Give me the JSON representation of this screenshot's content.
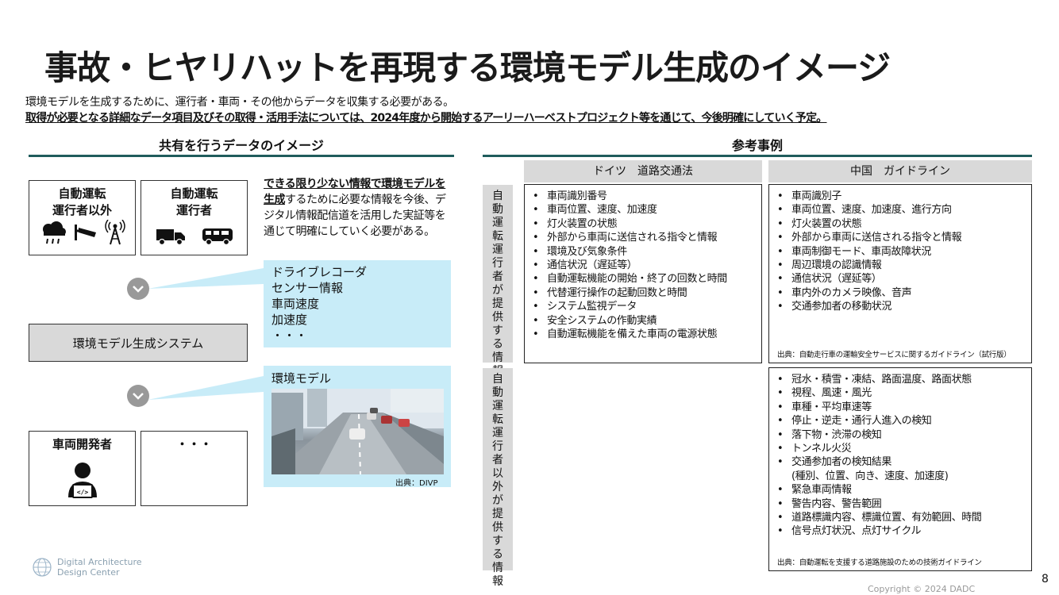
{
  "title": "事故・ヒヤリハットを再現する環境モデル生成のイメージ",
  "subtitle1": "環境モデルを生成するために、運行者・車両・その他からデータを収集する必要がある。",
  "subtitle2": "取得が必要となる詳細なデータ項目及びその取得・活用手法については、2024年度から開始するアーリーハーベストプロジェクト等を通じて、今後明確にしていく予定。",
  "left": {
    "heading": "共有を行うデータのイメージ",
    "actor_non_operator": "自動運転\n運行者以外",
    "actor_operator": "自動運転\n運行者",
    "actor_vehicle_dev": "車両開発者",
    "actor_other": "・・・",
    "desc_bold": "できる限り少ない情報で環境モデルを生成",
    "desc_rest": "するために必要な情報を今後、デジタル情報配信道を活用した実証等を通じて明確にしていく必要がある。",
    "data_items": [
      "ドライブレコーダ",
      "センサー情報",
      "車両速度",
      "加速度",
      "・・・"
    ],
    "system": "環境モデル生成システム",
    "model_label": "環境モデル",
    "photo_source": "出典：DIVP"
  },
  "right": {
    "heading": "参考事例",
    "col_germany": "ドイツ　道路交通法",
    "col_china": "中国　ガイドライン",
    "side_operator": "自動運転運行者が提供する情報",
    "side_non_operator": "自動運転運行者以外が提供する情報",
    "germany_items": [
      "車両識別番号",
      "車両位置、速度、加速度",
      "灯火装置の状態",
      "外部から車両に送信される指令と情報",
      "環境及び気象条件",
      "通信状況（遅延等）",
      "自動運転機能の開始・終了の回数と時間",
      "代替運行操作の起動回数と時間",
      "システム監視データ",
      "安全システムの作動実績",
      "自動運転機能を備えた車両の電源状態"
    ],
    "china_operator_items": [
      "車両識別子",
      "車両位置、速度、加速度、進行方向",
      "灯火装置の状態",
      "外部から車両に送信される指令と情報",
      "車両制御モード、車両故障状況",
      "周辺環境の認識情報",
      "通信状況（遅延等）",
      "車内外のカメラ映像、音声",
      "交通参加者の移動状況"
    ],
    "china_operator_source": "出典：自動走行車の運輸安全サービスに関するガイドライン（試行版）",
    "china_non_operator_items": [
      "冠水・積雪・凍結、路面温度、路面状態",
      "視程、風速・風光",
      "車種・平均車速等",
      "停止・逆走・通行人進入の検知",
      "落下物・渋滞の検知",
      "トンネル火災",
      "交通参加者の検知結果",
      "(種別、位置、向き、速度、加速度)",
      "緊急車両情報",
      "警告内容、警告範囲",
      "道路標識内容、標識位置、有効範囲、時間",
      "信号点灯状況、点灯サイクル"
    ],
    "china_non_operator_source": "出典：自動運転を支援する道路施設のための技術ガイドライン"
  },
  "footer": {
    "logo_line1": "Digital Architecture",
    "logo_line2": "Design Center",
    "page": "8",
    "copyright": "Copyright ©  2024 DADC"
  },
  "colors": {
    "accent_line": "#1f5c5c",
    "bubble": "#c8ecf8",
    "header_gray": "#d9d9d9"
  }
}
